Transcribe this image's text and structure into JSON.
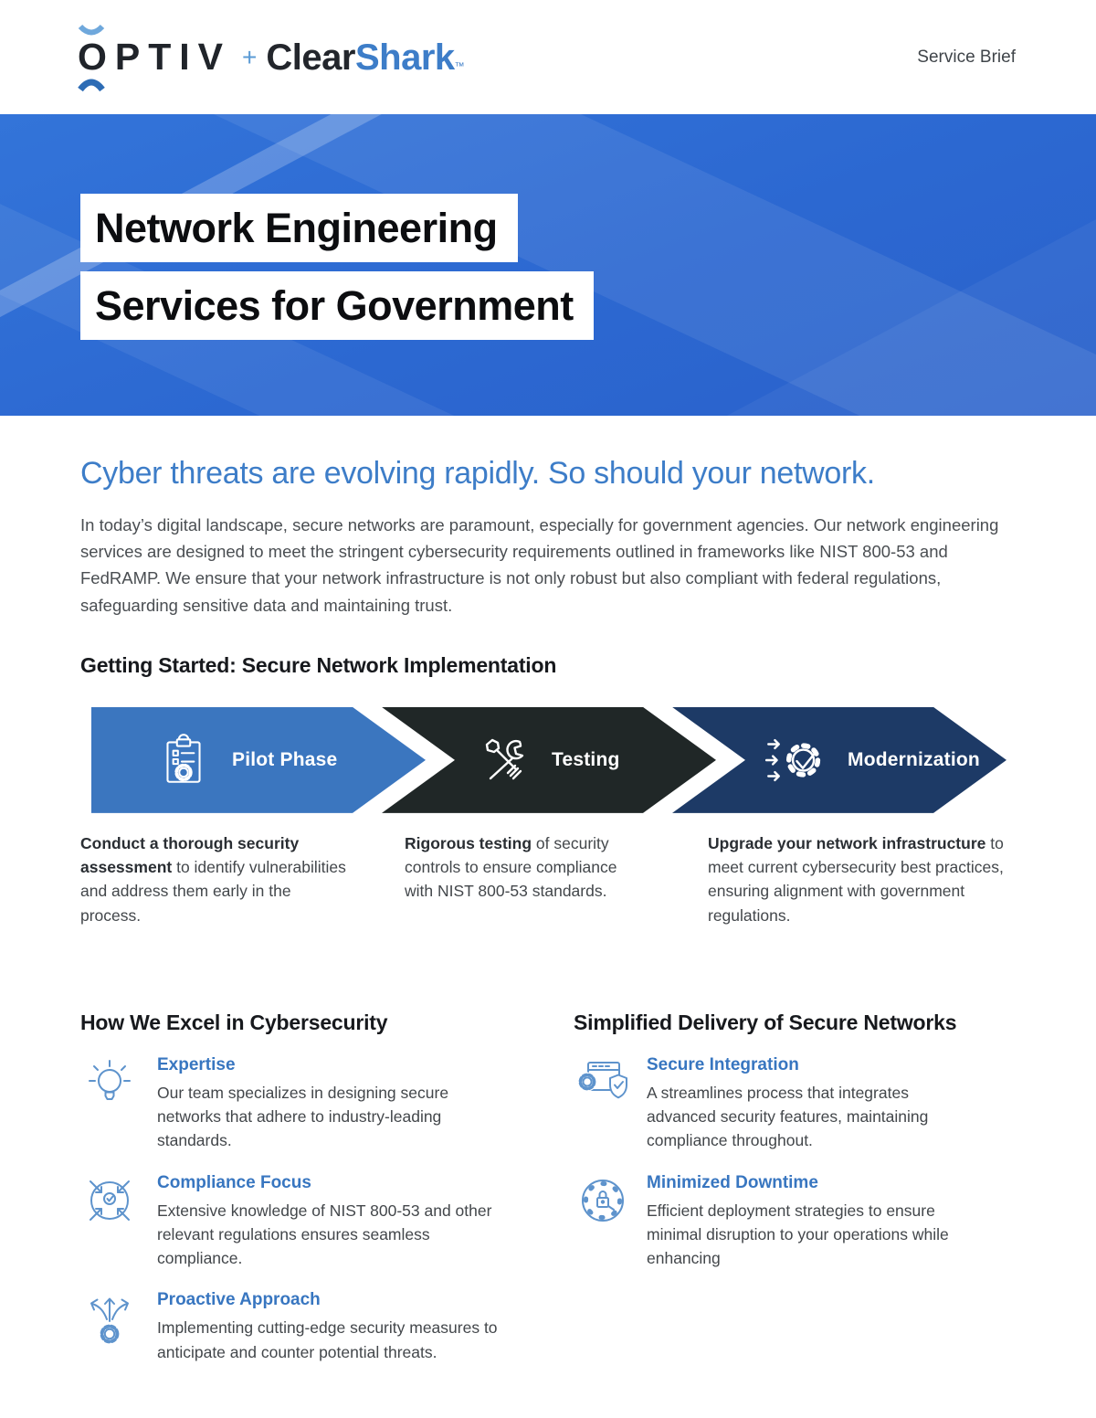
{
  "header": {
    "logo": {
      "optiv": "OPTIV",
      "plus": "+",
      "clear": "Clear",
      "shark": "Shark",
      "trademark": "™"
    },
    "doc_type": "Service Brief"
  },
  "banner": {
    "title_line1": "Network Engineering",
    "title_line2": "Services for Government"
  },
  "intro": {
    "heading": "Cyber threats are evolving rapidly. So should your network.",
    "body": "In today’s digital landscape, secure networks are paramount, especially for government agencies. Our network engineering services are designed to meet the stringent cybersecurity requirements outlined in frameworks like NIST 800-53 and FedRAMP. We ensure that your network infrastructure is not only robust but also compliant with federal regulations, safeguarding sensitive data and maintaining trust."
  },
  "process": {
    "heading": "Getting Started: Secure Network Implementation",
    "steps": [
      {
        "label": "Pilot Phase",
        "icon": "clipboard-checklist-gear-icon",
        "color": "#3b76bf",
        "desc_bold": "Conduct a thorough security assessment",
        "desc_rest": " to identify vulnerabilities and address them early in the process."
      },
      {
        "label": "Testing",
        "icon": "screwdriver-wrench-icon",
        "color": "#202727",
        "desc_bold": "Rigorous testing",
        "desc_rest": " of security controls to ensure compliance with NIST 800-53 standards."
      },
      {
        "label": "Modernization",
        "icon": "gear-checkmark-arrows-icon",
        "color": "#1d3a66",
        "desc_bold": "Upgrade your network infrastructure",
        "desc_rest": " to meet current cybersecurity best practices, ensuring alignment with government regulations."
      }
    ]
  },
  "columns": [
    {
      "heading": "How We Excel in Cybersecurity",
      "items": [
        {
          "title": "Expertise",
          "icon": "lightbulb-icon",
          "desc": "Our team specializes in designing secure networks that adhere to industry-leading standards."
        },
        {
          "title": "Compliance Focus",
          "icon": "converging-arrows-check-icon",
          "desc": "Extensive knowledge of NIST 800-53 and other relevant regulations ensures seamless compliance."
        },
        {
          "title": "Proactive Approach",
          "icon": "branching-arrows-gear-icon",
          "desc": "Implementing cutting-edge security measures to anticipate and counter potential threats."
        }
      ]
    },
    {
      "heading": "Simplified Delivery of Secure Networks",
      "items": [
        {
          "title": "Secure Integration",
          "icon": "window-gear-shield-icon",
          "desc": "A streamlines process that integrates advanced security features, maintaining compliance throughout."
        },
        {
          "title": "Minimized Downtime",
          "icon": "clock-padlock-icon",
          "desc": "Efficient deployment strategies to ensure minimal disruption to your operations while enhancing"
        }
      ]
    }
  ],
  "colors": {
    "banner_blue": "#2c68d1",
    "accent_blue": "#3d7dc8",
    "arrow_step_blue": "#3b76bf",
    "arrow_step_dark": "#202727",
    "arrow_step_navy": "#1d3a66",
    "feature_icon_blue": "#5e93cc",
    "body_text": "#4a4e52"
  }
}
